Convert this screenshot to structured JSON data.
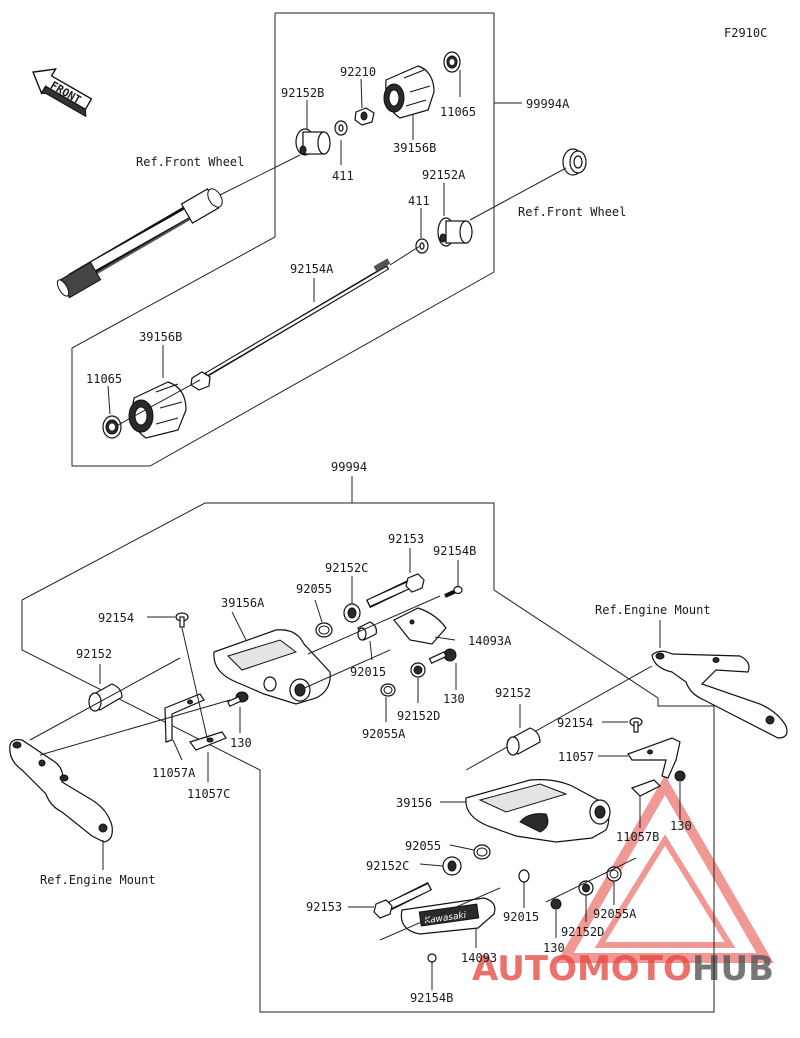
{
  "figure_code": "F2910C",
  "front_label": "FRONT",
  "watermark": {
    "text_a": "AUTOMOTO",
    "text_b": "HUB",
    "color_a": "#e4443c",
    "color_b": "#555555"
  },
  "labels": {
    "p92210": "92210",
    "p92152B": "92152B",
    "p11065_top": "11065",
    "p99994A": "99994A",
    "p39156B_top": "39156B",
    "ref_front_wheel_l": "Ref.Front Wheel",
    "p411_top": "411",
    "p92152A": "92152A",
    "p411_mid": "411",
    "ref_front_wheel_r": "Ref.Front Wheel",
    "p92154A": "92154A",
    "p39156B_bot": "39156B",
    "p11065_bot": "11065",
    "p99994": "99994",
    "p92153_top": "92153",
    "p92154B_top": "92154B",
    "p92152C_top": "92152C",
    "p92055_top": "92055",
    "p39156A": "39156A",
    "p92154_left": "92154",
    "p14093A": "14093A",
    "p92152_left": "92152",
    "p92015_top": "92015",
    "p130_top": "130",
    "p92152D_top": "92152D",
    "p92055A_top": "92055A",
    "p130_left": "130",
    "p11057A": "11057A",
    "p11057C": "11057C",
    "ref_engine_mount_l": "Ref.Engine Mount",
    "ref_engine_mount_r": "Ref.Engine Mount",
    "p92152_right": "92152",
    "p92154_right": "92154",
    "p11057": "11057",
    "p39156": "39156",
    "p11057B": "11057B",
    "p130_right": "130",
    "p92055_bot": "92055",
    "p92152C_bot": "92152C",
    "p92153_bot": "92153",
    "p92015_bot": "92015",
    "p92055A_bot": "92055A",
    "p130_bot": "130",
    "p92152D_bot": "92152D",
    "p14093": "14093",
    "p92154B_bot": "92154B"
  },
  "emblem_text": "Kawasaki"
}
